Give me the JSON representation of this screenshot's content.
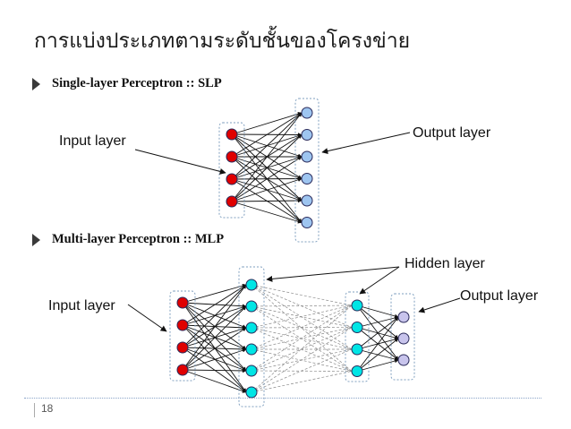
{
  "slide": {
    "title": "การแบ่งประเภทตามระดับชั้นของโครงข่าย",
    "page_number": "18"
  },
  "slp": {
    "heading": "Single-layer Perceptron :: SLP",
    "input_label": "Input layer",
    "output_label": "Output layer",
    "input_neurons": 4,
    "output_neurons": 6
  },
  "mlp": {
    "heading": "Multi-layer Perceptron :: MLP",
    "input_label": "Input layer",
    "hidden_label": "Hidden layer",
    "output_label": "Output layer",
    "layers": [
      4,
      6,
      4,
      3
    ]
  },
  "colors": {
    "input_node": "#e00000",
    "output_node_slp": "#9ec5f0",
    "hidden_node": "#00e5e5",
    "output_node_mlp": "#c8c4ec",
    "layer_box": "#7f9fbf"
  }
}
